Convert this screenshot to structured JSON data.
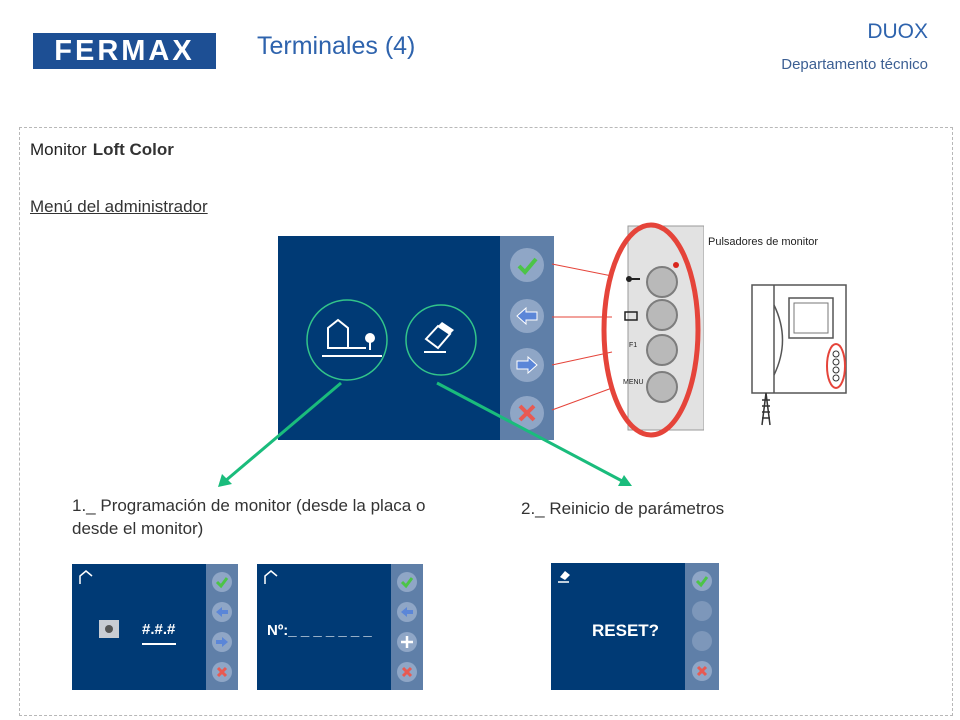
{
  "header": {
    "logo_text": "FERMAX",
    "title": "Terminales (4)",
    "brand": "DUOX",
    "department": "Departamento técnico"
  },
  "section": {
    "monitor_label": "Monitor",
    "monitor_model": "Loft Color",
    "admin_menu": "Menú del administrador"
  },
  "diagram": {
    "pulsadores_label": "Pulsadores de monitor",
    "button_labels": [
      "F1",
      "MENU"
    ]
  },
  "steps": {
    "step1": "1._ Programación de monitor (desde la placa o desde el monitor)",
    "step2": "2._ Reinicio de parámetros"
  },
  "screens": {
    "screen1_code": "#.#.#",
    "screen2_number": "Nº:_ _ _ _ _ _ _",
    "screen3_reset": "RESET?"
  },
  "colors": {
    "panel": "#003a75",
    "sidebar": "#5f7fa8",
    "accent": "#2e63ad",
    "arrow": "#1abc7c",
    "callout": "#e5443a"
  },
  "icons": [
    "check-icon",
    "arrow-left-icon",
    "arrow-right-icon",
    "close-icon",
    "house-key-icon",
    "eraser-icon",
    "plus-icon"
  ]
}
